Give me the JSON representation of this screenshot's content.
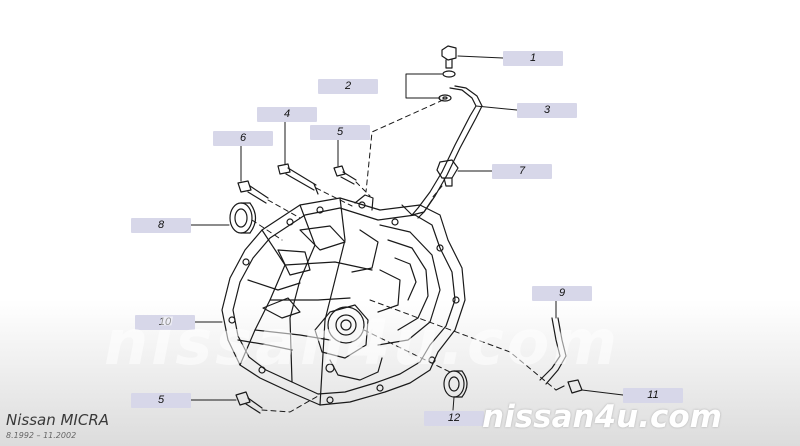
{
  "callouts": {
    "c1": "1",
    "c2": "2",
    "c3": "3",
    "c4": "4",
    "c5a": "5",
    "c6": "6",
    "c7": "7",
    "c8": "8",
    "c9": "9",
    "c10": "10",
    "c5b": "5",
    "c11": "11",
    "c12": "12"
  },
  "watermark": {
    "main": "nissan4u.com",
    "footer": "nissan4u.com"
  },
  "vehicle": {
    "model": "Nissan MICRA",
    "years": "8.1992 – 11.2002"
  },
  "colors": {
    "callout_bg": "#d7d7e9",
    "line": "#1a1a1a",
    "fade": "#dcdcdc"
  }
}
